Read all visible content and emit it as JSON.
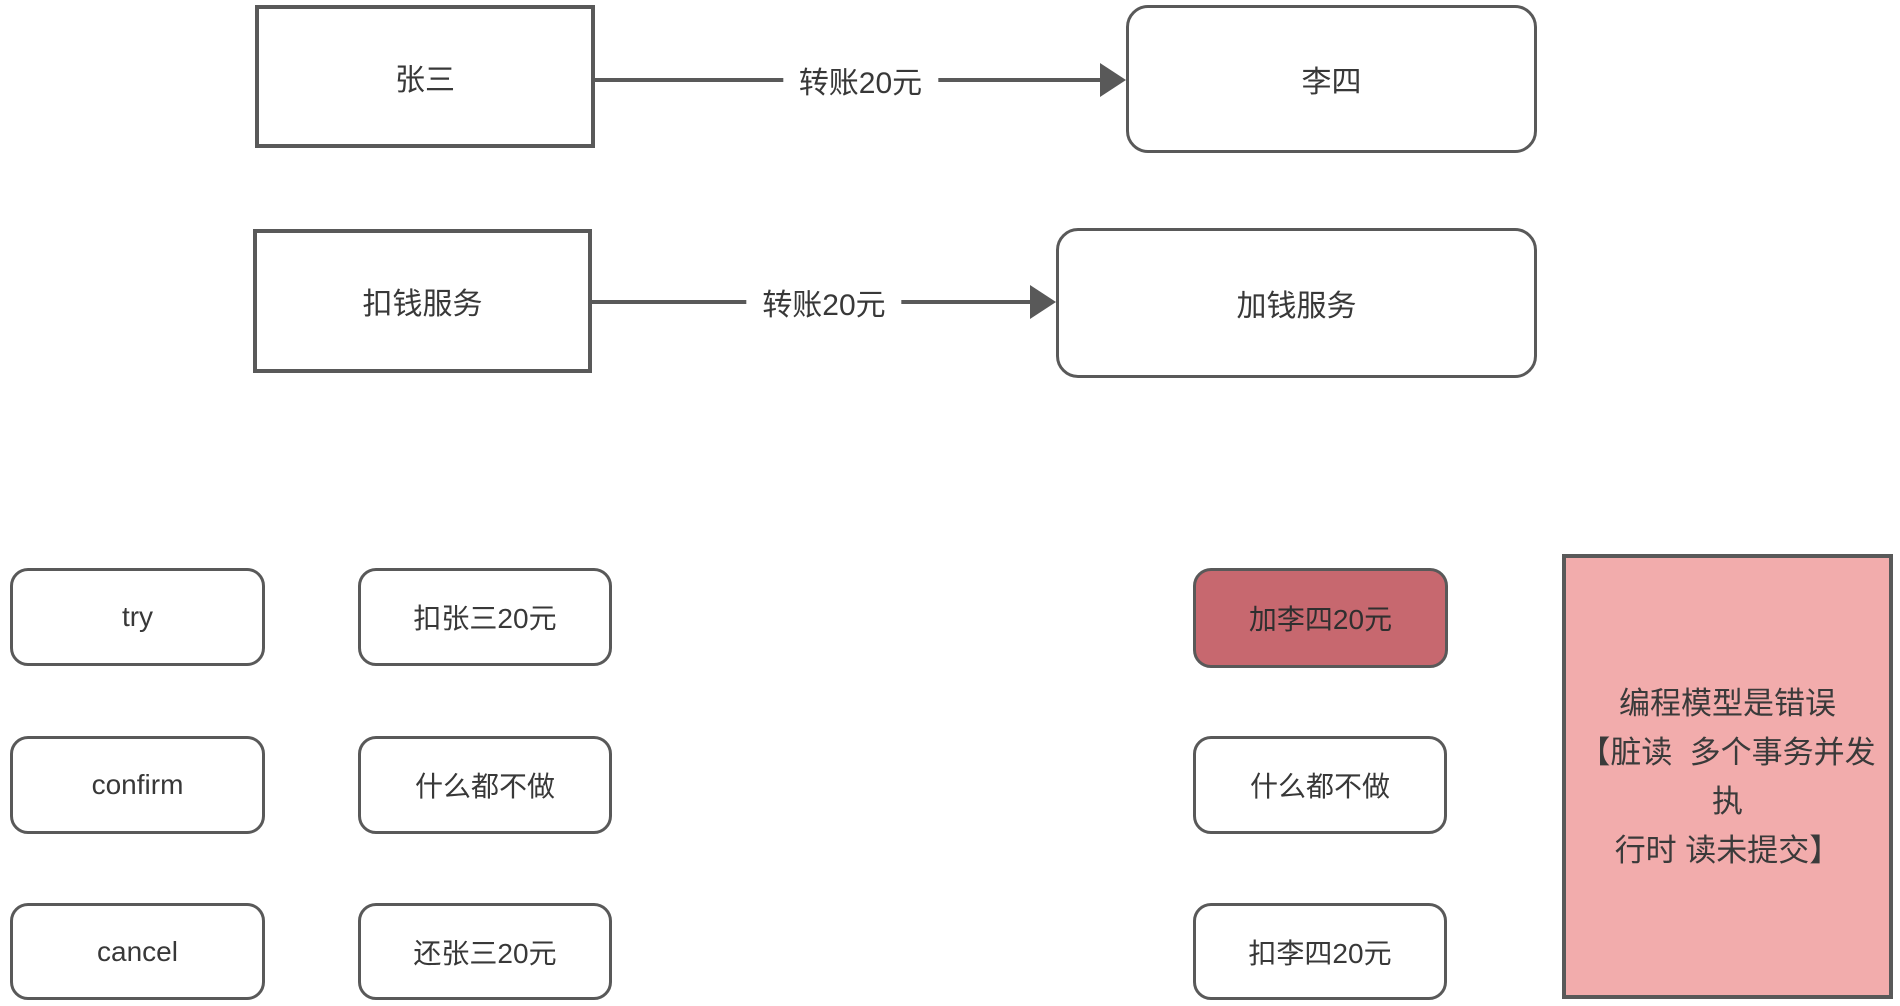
{
  "flow1": {
    "source": "张三",
    "edge_label": "转账20元",
    "target": "李四"
  },
  "flow2": {
    "source": "扣钱服务",
    "edge_label": "转账20元",
    "target": "加钱服务"
  },
  "phases": [
    "try",
    "confirm",
    "cancel"
  ],
  "deduct_actions": [
    "扣张三20元",
    "什么都不做",
    "还张三20元"
  ],
  "add_actions": [
    "加李四20元",
    "什么都不做",
    "扣李四20元"
  ],
  "note_lines": [
    "编程模型是错误",
    "【脏读  多个事务并发执",
    "行时 读未提交】"
  ],
  "colors": {
    "stroke": "#595959",
    "text": "#383838",
    "highlight_fill": "#c7686f",
    "note_fill": "#f2acac"
  }
}
